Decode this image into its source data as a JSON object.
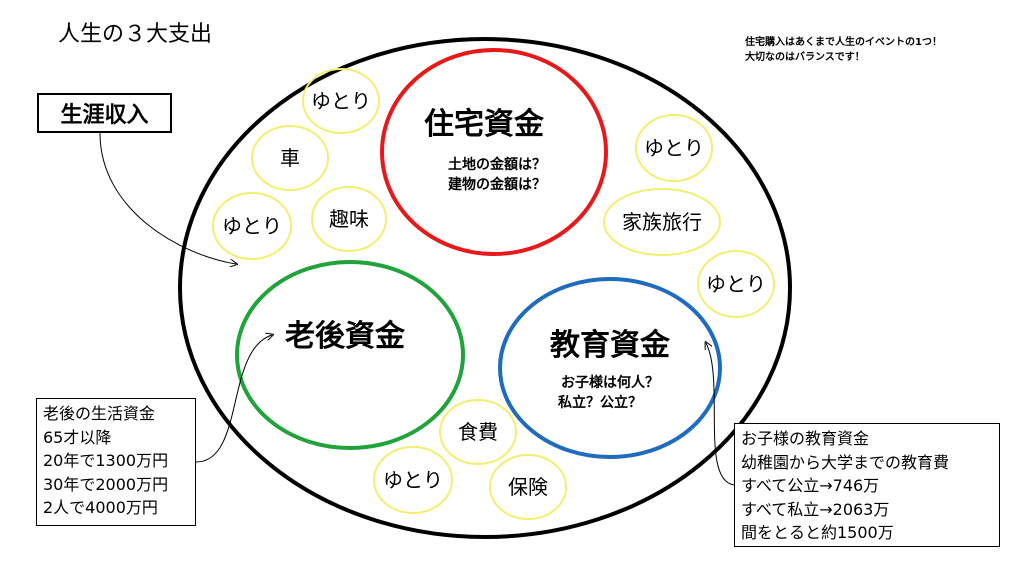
{
  "title": "人生の３大支出",
  "note": [
    "住宅購入はあくまで人生のイベントの1つ！",
    "大切なのはバランスです！"
  ],
  "income_label": "生涯収入",
  "main_circles": [
    {
      "title": "住宅資金",
      "sub": [
        "土地の金額は？",
        "建物の金額は？"
      ],
      "color": "#e8191a"
    },
    {
      "title": "老後資金",
      "sub": [],
      "color": "#1fa33a"
    },
    {
      "title": "教育資金",
      "sub": [
        "お子様は何人？",
        "私立？公立？"
      ],
      "color": "#1f6bbf"
    }
  ],
  "small_bubbles": [
    "ゆとり",
    "車",
    "ゆとり",
    "趣味",
    "ゆとり",
    "家族旅行",
    "ゆとり",
    "食費",
    "ゆとり",
    "保険"
  ],
  "bubble_border_color": "#f2ee6e",
  "retirement_info": [
    "老後の生活資金",
    "65才以降",
    "20年で1300万円",
    "30年で2000万円",
    "2人で4000万円"
  ],
  "education_info": [
    "お子様の教育資金",
    "幼稚園から大学までの教育費",
    "すべて公立→746万",
    "すべて私立→2063万",
    "間をとると約1500万"
  ]
}
